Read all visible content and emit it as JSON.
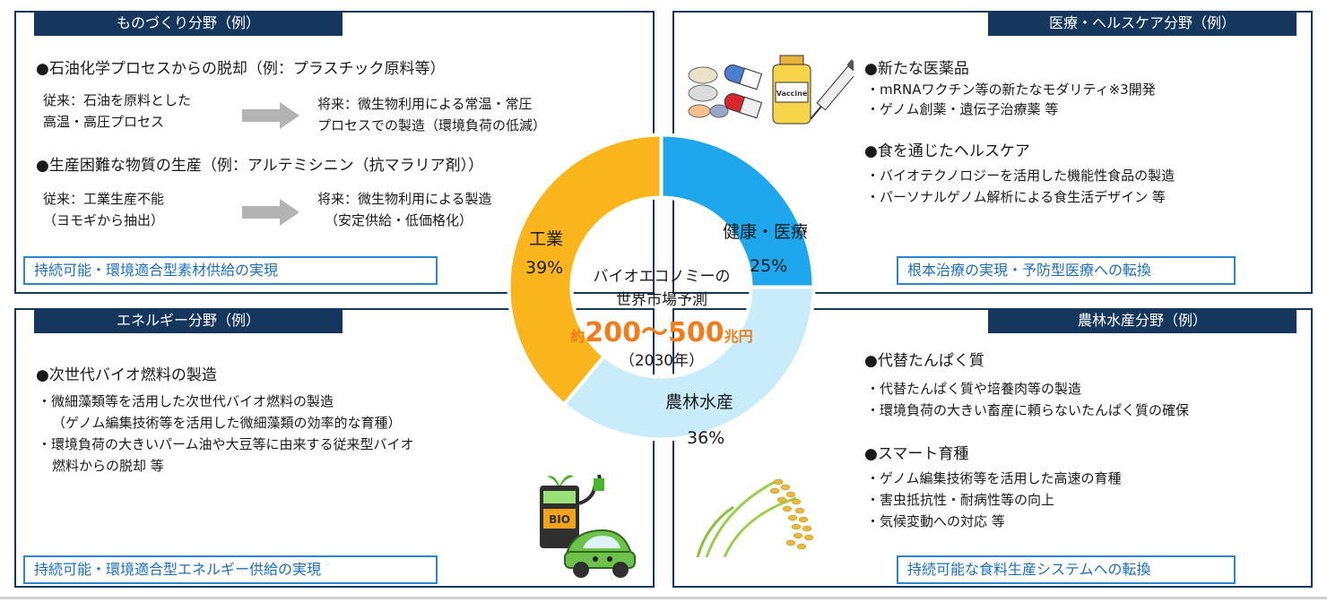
{
  "monozukuri": {
    "title": "ものづくり分野（例）",
    "item1": "●石油化学プロセスからの脱却（例：プラスチック原料等）",
    "item1_before_1": "従来：石油を原料とした",
    "item1_before_2": "高温・高圧プロセス",
    "item1_after_1": "将来：微生物利用による常温・常圧",
    "item1_after_2": "プロセスでの製造（環境負荷の低減）",
    "item2": "●生産困難な物質の生産（例：アルテミシニン（抗マラリア剤））",
    "item2_before_1": "従来：工業生産不能",
    "item2_before_2": "（ヨモギから抽出）",
    "item2_after_1": "将来：微生物利用による製造",
    "item2_after_2": "（安定供給・低価格化）",
    "goal": "持続可能・環境適合型素材供給の実現"
  },
  "healthcare": {
    "title": "医療・ヘルスケア分野（例）",
    "item1": "●新たな医薬品",
    "item1_sub1": "・mRNAワクチン等の新たなモダリティ※3開発",
    "item1_sub2": "・ゲノム創薬・遺伝子治療薬 等",
    "item2": "●食を通じたヘルスケア",
    "item2_sub1": "・バイオテクノロジーを活用した機能性食品の製造",
    "item2_sub2": "・パーソナルゲノム解析による食生活デザイン 等",
    "goal": "根本治療の実現・予防型医療への転換",
    "vaccine_label": "Vaccine"
  },
  "energy": {
    "title": "エネルギー分野（例）",
    "item1": "●次世代バイオ燃料の製造",
    "sub1_1": "・微細藻類等を活用した次世代バイオ燃料の製造",
    "sub1_2": "（ゲノム編集技術等を活用した微細藻類の効率的な育種）",
    "sub2_1": "・環境負荷の大きいパーム油や大豆等に由来する従来型バイオ",
    "sub2_2": "燃料からの脱却 等",
    "goal": "持続可能・環境適合型エネルギー供給の実現",
    "bio_label": "BIO"
  },
  "agriculture": {
    "title": "農林水産分野（例）",
    "item1": "●代替たんぱく質",
    "item1_sub1": "・代替たんぱく質や培養肉等の製造",
    "item1_sub2": "・環境負荷の大きい畜産に頼らないたんぱく質の確保",
    "item2": "●スマート育種",
    "item2_sub1": "・ゲノム編集技術等を活用した高速の育種",
    "item2_sub2": "・害虫抵抗性・耐病性等の向上",
    "item2_sub3": "・気候変動への対応 等",
    "goal": "持続可能な食料生産システムへの転換"
  },
  "chart_data": {
    "type": "pie",
    "title": "バイオエコノミーの世界市場予測",
    "center_line1": "バイオエコノミーの",
    "center_line2": "世界市場予測",
    "center_prefix": "約",
    "center_value": "200〜500",
    "center_unit": "兆円",
    "center_year": "（2030年）",
    "categories": [
      "健康・医療",
      "農林水産",
      "工業"
    ],
    "values": [
      25,
      36,
      39
    ],
    "value_labels": [
      "25%",
      "36%",
      "39%"
    ],
    "colors": [
      "#1ea7ec",
      "#c9ecfb",
      "#f9b51b"
    ],
    "accent": "#f07c1b",
    "legend": "none"
  }
}
